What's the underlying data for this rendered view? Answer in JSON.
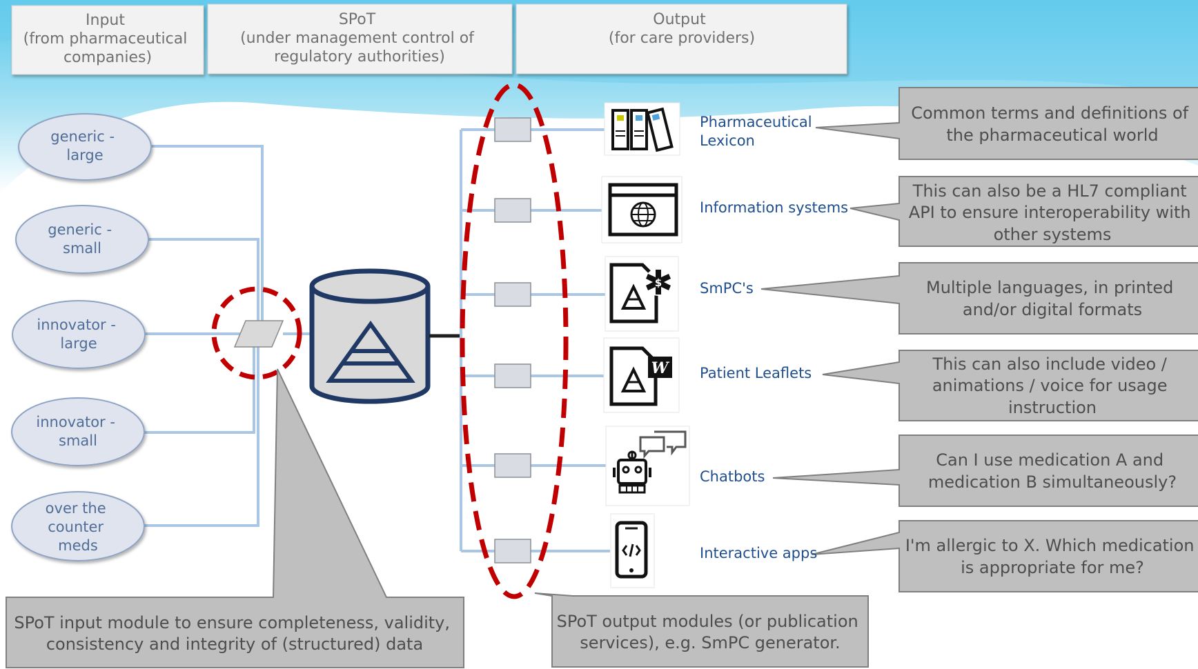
{
  "headers": [
    {
      "lines": [
        "Input",
        "(from pharmaceutical",
        "companies)"
      ]
    },
    {
      "lines": [
        "SPoT",
        "(under management control of",
        "regulatory authorities)"
      ]
    },
    {
      "lines": [
        "Output",
        "(for care providers)"
      ]
    }
  ],
  "inputs": [
    {
      "lines": [
        "generic -",
        "large"
      ]
    },
    {
      "lines": [
        "generic -",
        "small"
      ]
    },
    {
      "lines": [
        "innovator -",
        "large"
      ]
    },
    {
      "lines": [
        "innovator -",
        "small"
      ]
    },
    {
      "lines": [
        "over the",
        "counter",
        "meds"
      ]
    }
  ],
  "outputs": [
    {
      "lines": [
        "Pharmaceutical",
        "Lexicon"
      ],
      "icon": "binders-icon"
    },
    {
      "lines": [
        "Information systems"
      ],
      "icon": "web-window-icon"
    },
    {
      "lines": [
        "SmPC's"
      ],
      "icon": "smpc-document-icon"
    },
    {
      "lines": [
        "Patient Leaflets"
      ],
      "icon": "word-document-icon"
    },
    {
      "lines": [
        "Chatbots"
      ],
      "icon": "robot-chat-icon"
    },
    {
      "lines": [
        "Interactive apps"
      ],
      "icon": "mobile-code-icon"
    }
  ],
  "callouts_right": [
    {
      "lines": [
        "Common terms and definitions of",
        "the pharmaceutical world"
      ]
    },
    {
      "lines": [
        "This can also be a HL7 compliant",
        "API to ensure interoperability with",
        "other systems"
      ]
    },
    {
      "lines": [
        "Multiple languages, in printed",
        "and/or digital formats"
      ]
    },
    {
      "lines": [
        "This can also include video /",
        "animations / voice for usage",
        "instruction"
      ]
    },
    {
      "lines": [
        "Can I use medication A and",
        "medication B simultaneously?"
      ]
    },
    {
      "lines": [
        "I'm allergic to X. Which medication",
        "is  appropriate for me?"
      ]
    }
  ],
  "callouts_bottom": {
    "input_module": {
      "lines": [
        "SPoT input module to ensure completeness, validity,",
        "consistency and integrity of (structured) data"
      ]
    },
    "output_modules": {
      "lines": [
        "SPoT output modules (or publication",
        "services), e.g. SmPC generator."
      ]
    }
  },
  "colors": {
    "sky": "#7fd3ee",
    "ellipse_fill": "#dfe4ee",
    "ellipse_stroke": "#8fa3c4",
    "connector": "#a9c6e4",
    "highlight_red": "#c00000",
    "database_fill": "#d9d9d9",
    "navy": "#1f3864",
    "label_blue": "#1f4e8c",
    "callout_fill": "#bfbfbf",
    "callout_stroke": "#7f7f7f",
    "header_fill": "#f2f2f2"
  }
}
